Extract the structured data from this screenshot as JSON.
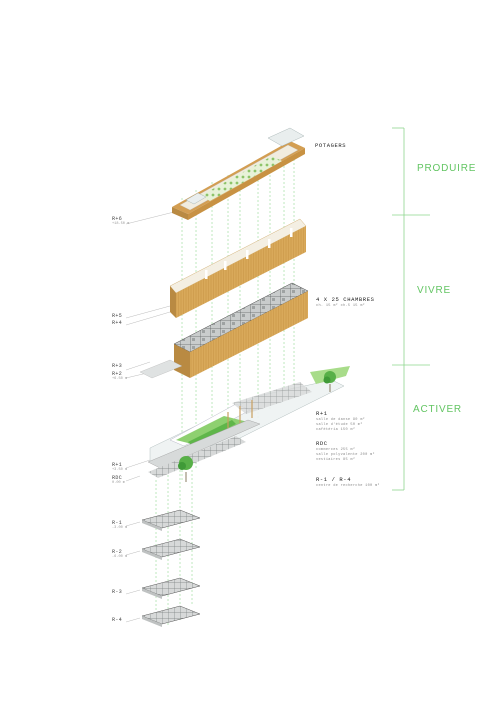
{
  "phases": [
    {
      "id": "produire",
      "label": "PRODUIRE"
    },
    {
      "id": "vivre",
      "label": "VIVRE"
    },
    {
      "id": "activer",
      "label": "ACTIVER"
    }
  ],
  "labels": {
    "potagers": "POTAGERS",
    "chambres": {
      "title": "4 X 25 CHAMBRES",
      "note": "ch. 15 m²  ch.5 15 m²"
    },
    "r1": {
      "title": "R+1",
      "lines": [
        "salle de danse 90 m²",
        "salle d'étude 50 m²",
        "cafétéria 150 m²"
      ]
    },
    "rdc": {
      "title": "RDC",
      "lines": [
        "commerces 255 m²",
        "salle polyvalente 200 m²",
        "vestiaires 85 m²"
      ]
    },
    "r1r4": {
      "title": "R-1 / R-4",
      "lines": [
        "centre de recherche 100 m²"
      ]
    }
  },
  "levels": {
    "r6": {
      "title": "R+6",
      "sub": "+18.50 m"
    },
    "r5": {
      "title": "R+5"
    },
    "r4": {
      "title": "R+4"
    },
    "r3": {
      "title": "R+3"
    },
    "r2": {
      "title": "R+2",
      "sub": "+6.50 m"
    },
    "r1": {
      "title": "R+1",
      "sub": "+3.50 m"
    },
    "rdc": {
      "title": "RDC",
      "sub": "0.00 m"
    },
    "rm1": {
      "title": "R-1",
      "sub": "-3.00 m"
    },
    "rm2": {
      "title": "R-2",
      "sub": "-6.00 m"
    },
    "rm3": {
      "title": "R-3"
    },
    "rm4": {
      "title": "R-4"
    }
  },
  "colors": {
    "accent_green": "#63c563",
    "timber": "#d8a657",
    "timber_dark": "#b98a42",
    "slab": "#cfd2d2"
  }
}
